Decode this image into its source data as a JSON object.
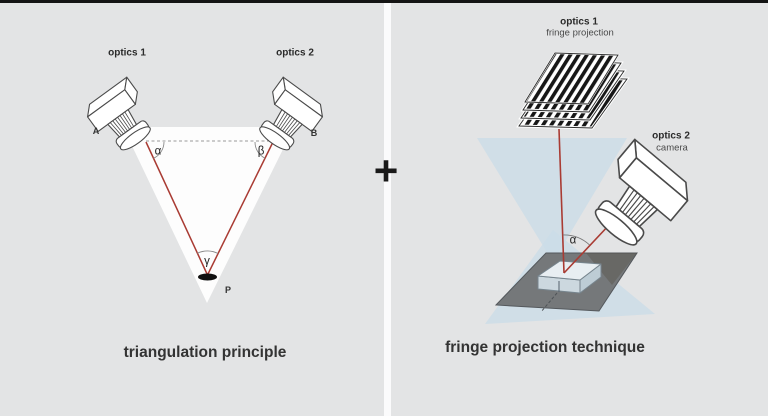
{
  "colors": {
    "background": "#e3e4e5",
    "top_bar": "#141414",
    "divider_white": "#fbfbfc",
    "laser_red": "#a93b33",
    "projection_blue": "#cbdde8",
    "platform_gray": "#75787a",
    "fringe_stripe_black": "#171717",
    "diagram_white": "#fdfdfd",
    "text_dark": "#2d2d2d"
  },
  "left_panel": {
    "optics1_label": "optics 1",
    "optics2_label": "optics 2",
    "point_a": "A",
    "point_b": "B",
    "angle_alpha": "α",
    "angle_beta": "β",
    "angle_gamma": "γ",
    "point_p": "P",
    "caption": "triangulation principle"
  },
  "plus_sign": "+",
  "right_panel": {
    "optics1_label": "optics 1",
    "optics1_sublabel": "fringe projection",
    "optics2_label": "optics 2",
    "optics2_sublabel": "camera",
    "angle_alpha": "α",
    "caption": "fringe projection technique"
  }
}
